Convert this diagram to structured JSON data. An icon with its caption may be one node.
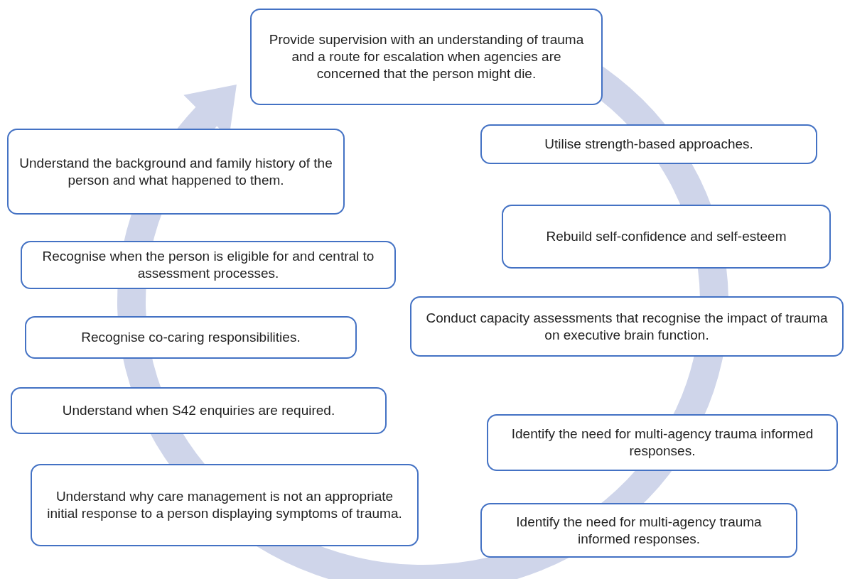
{
  "diagram": {
    "nodes": [
      {
        "text": [
          "Provide supervision with an understanding of trauma and a route for escalation when agencies are concerned that the person might die."
        ]
      },
      {
        "text": [
          "Utilise strength-based approaches."
        ]
      },
      {
        "text": [
          "Understand the background and family history of the person and what happened to them."
        ]
      },
      {
        "text": [
          "Rebuild self-confidence and self-esteem"
        ]
      },
      {
        "text": [
          "Recognise when the person is eligible for and central to assessment processes."
        ]
      },
      {
        "text": [
          "Conduct capacity assessments that recognise the impact of trauma on executive brain function."
        ]
      },
      {
        "text": [
          "Recognise co-caring responsibilities."
        ]
      },
      {
        "text": [
          "Understand when S42 enquiries are required."
        ]
      },
      {
        "text": [
          "Identify the need for multi-agency trauma informed responses."
        ]
      },
      {
        "text": [
          "Understand why care management is not an appropriate initial response to a person displaying symptoms of trauma."
        ]
      },
      {
        "text": [
          "Identify the need for multi-agency trauma informed responses."
        ]
      }
    ]
  }
}
